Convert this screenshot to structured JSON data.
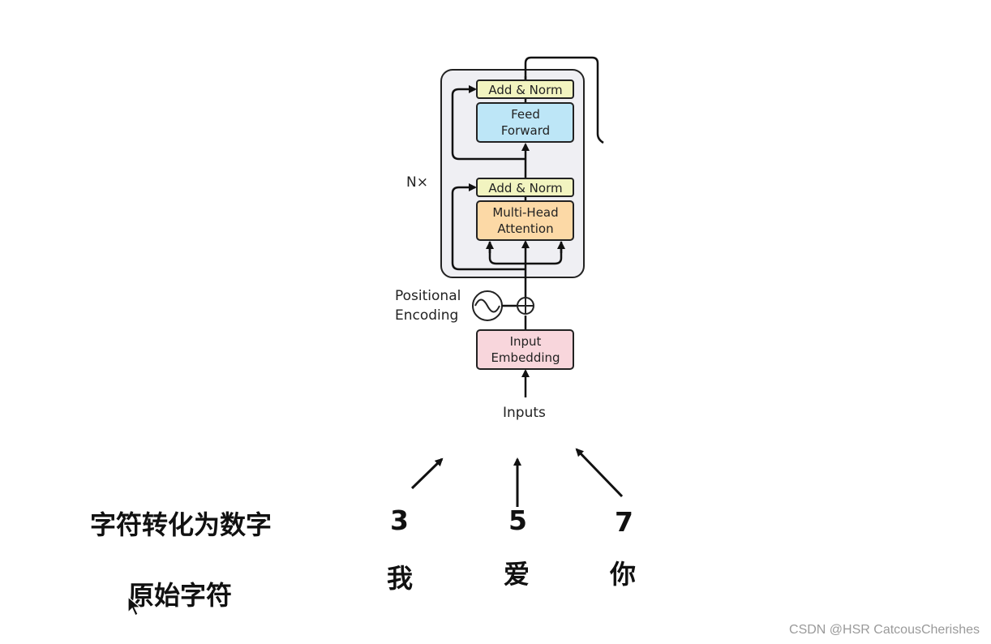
{
  "diagram": {
    "repeat_label": "N×",
    "blocks": {
      "add_norm_top": "Add & Norm",
      "feed_forward": [
        "Feed",
        "Forward"
      ],
      "add_norm_bottom": "Add & Norm",
      "multi_head_attention": [
        "Multi-Head",
        "Attention"
      ],
      "input_embedding": [
        "Input",
        "Embedding"
      ]
    },
    "positional_encoding": [
      "Positional",
      "Encoding"
    ],
    "inputs_label": "Inputs",
    "colors": {
      "add_norm": "#f2f4c0",
      "feed_forward": "#bde6f7",
      "attention": "#fcd9a6",
      "embedding": "#f8d6dc",
      "encoder_bg": "#efeff3"
    }
  },
  "annotations": {
    "numbers": [
      "3",
      "5",
      "7"
    ],
    "characters": [
      "我",
      "爱",
      "你"
    ],
    "row_numbers_label": "字符转化为数字",
    "row_chars_label": "原始字符"
  },
  "watermark": "CSDN @HSR CatcousCherishes"
}
